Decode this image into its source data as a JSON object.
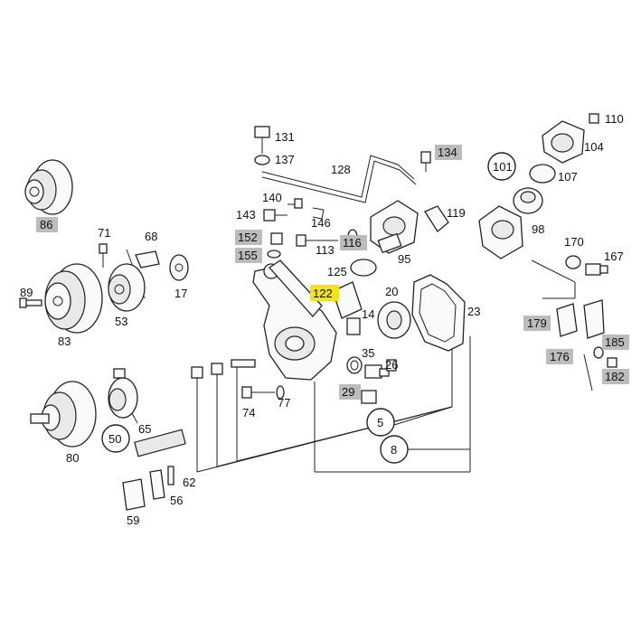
{
  "labels": {
    "l131": "131",
    "l137": "137",
    "l128": "128",
    "l134": "134",
    "l110": "110",
    "l104": "104",
    "l101": "101",
    "l107": "107",
    "l86": "86",
    "l140": "140",
    "l143": "143",
    "l146": "146",
    "l119": "119",
    "l98": "98",
    "l71": "71",
    "l68": "68",
    "l152": "152",
    "l113": "113",
    "l116": "116",
    "l155": "155",
    "l95": "95",
    "l170": "170",
    "l167": "167",
    "l89": "89",
    "l17": "17",
    "l125": "125",
    "l122": "122",
    "l20": "20",
    "l23": "23",
    "l53": "53",
    "l83": "83",
    "l14": "14",
    "l179": "179",
    "l185": "185",
    "l176": "176",
    "l35": "35",
    "l26": "26",
    "l182": "182",
    "l29": "29",
    "l74": "74",
    "l77": "77",
    "l5": "5",
    "l65": "65",
    "l50": "50",
    "l8": "8",
    "l80": "80",
    "l62": "62",
    "l56": "56",
    "l59": "59"
  },
  "highlight_colors": {
    "grey": "#bcbcbc",
    "yellow": "#f4e21a"
  }
}
